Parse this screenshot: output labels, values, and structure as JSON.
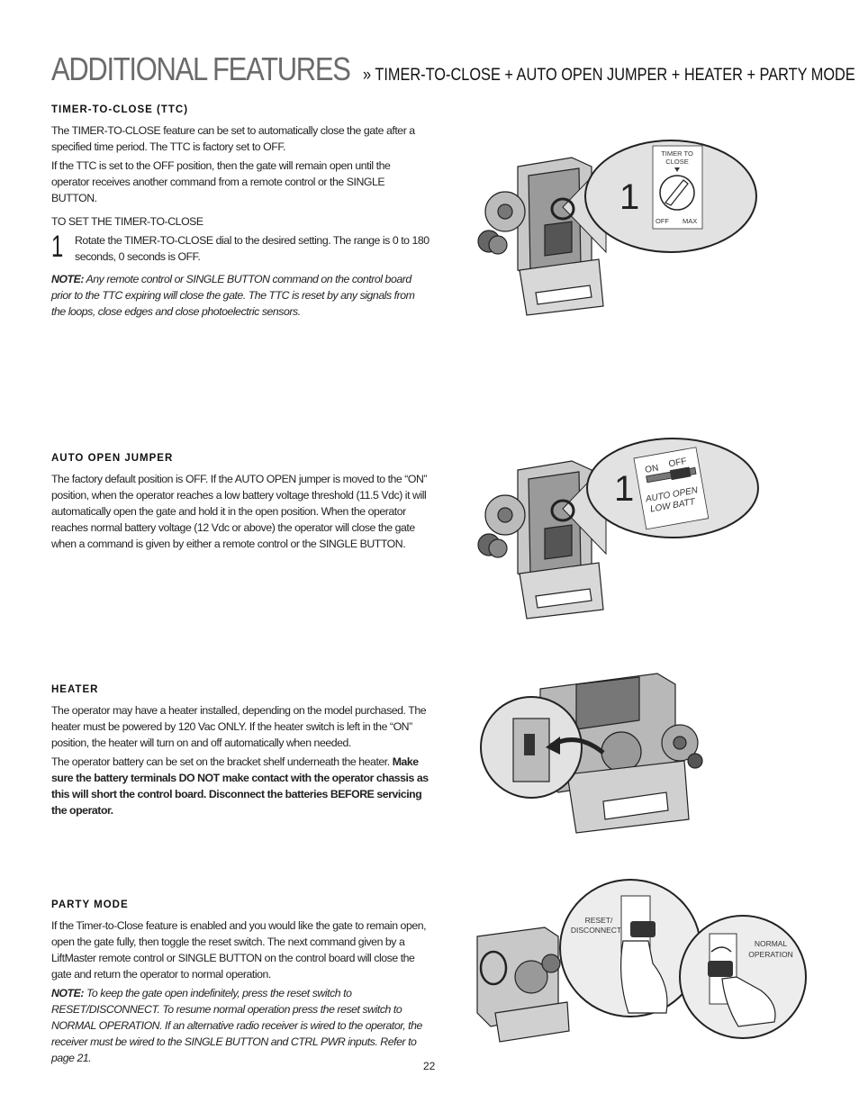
{
  "header": {
    "title_main": "ADDITIONAL FEATURES",
    "title_sub": "» TIMER-TO-CLOSE + AUTO OPEN JUMPER + HEATER + PARTY MODE"
  },
  "ttc": {
    "heading": "TIMER-TO-CLOSE (TTC)",
    "p1": "The TIMER-TO-CLOSE feature can be set to automatically close the gate after a specified time period. The TTC is factory set to OFF.",
    "p2": "If the TTC is set to the OFF position, then the gate will remain open until the operator receives another command from a remote control or the SINGLE BUTTON.",
    "subhead": "TO SET THE TIMER-TO-CLOSE",
    "step_num": "1",
    "step_text": "Rotate the TIMER-TO-CLOSE dial to the desired setting. The range is 0 to 180 seconds, 0 seconds is OFF.",
    "note_label": "NOTE:",
    "note_text": " Any remote control or SINGLE BUTTON command on the control board prior to the TTC expiring will close the gate. The TTC is reset by any signals from the loops, close edges and close photoelectric sensors."
  },
  "ttc_fig": {
    "step": "1",
    "dial_label_1": "TIMER TO",
    "dial_label_2": "CLOSE",
    "off": "OFF",
    "max": "MAX"
  },
  "auto_open": {
    "heading": "AUTO OPEN JUMPER",
    "p1": "The factory default position is OFF. If the AUTO OPEN jumper is moved to the “ON” position, when the operator reaches a low battery voltage threshold (11.5 Vdc) it will automatically open the gate and hold it in the open position. When the operator reaches normal battery voltage (12 Vdc or above) the operator will close the gate when a command is given by either a remote control or the SINGLE BUTTON."
  },
  "auto_fig": {
    "step": "1",
    "on": "ON",
    "off": "OFF",
    "label_1": "AUTO OPEN",
    "label_2": "LOW BATT"
  },
  "heater": {
    "heading": "HEATER",
    "p1": "The operator may have a heater installed, depending on the model purchased. The heater must be powered by 120 Vac ONLY. If the heater switch is left in the “ON” position, the heater will turn on and off automatically when needed.",
    "p2_start": "The operator battery can be set on the bracket shelf underneath the heater. ",
    "p2_bold": "Make sure the battery terminals DO NOT make contact with the operator chassis as this will short the control board. Disconnect the batteries BEFORE servicing the operator."
  },
  "party": {
    "heading": "PARTY MODE",
    "p1": "If the Timer-to-Close feature is enabled and you would like the gate to remain open, open the gate fully, then toggle the reset switch. The next command given by a LiftMaster remote control or SINGLE BUTTON on the control board will close the gate and return the operator to normal operation.",
    "note_label": "NOTE:",
    "note_text": " To keep the gate open indefinitely, press the reset switch to RESET/DISCONNECT. To resume normal operation press the reset switch to NORMAL OPERATION. If an alternative radio receiver is wired to the operator, the receiver must be wired to the SINGLE BUTTON and CTRL PWR inputs. Refer to page 21."
  },
  "party_fig": {
    "reset_1": "RESET/",
    "reset_2": "DISCONNECT",
    "normal_1": "NORMAL",
    "normal_2": "OPERATION"
  },
  "footer": {
    "page_number": "22"
  }
}
